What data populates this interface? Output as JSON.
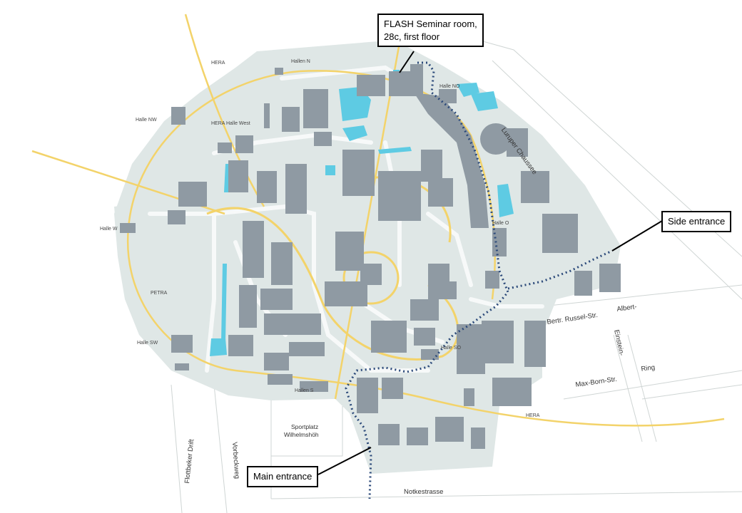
{
  "callouts": {
    "seminar": "FLASH Seminar room,",
    "seminar2": "28c,  first floor",
    "side": "Side entrance",
    "main": "Main entrance"
  },
  "halls": {
    "hera_top": "HERA",
    "hallen_n": "Hallen N",
    "halle_no": "Halle NO",
    "halle_nw": "Halle NW",
    "hera_west": "HERA Halle West",
    "halle_w": "Halle W",
    "halle_o": "Halle O",
    "petra": "PETRA",
    "halle_sw": "Halle SW",
    "halle_so": "Halle SO",
    "hallen_s": "Hallen S",
    "hera_bottom": "HERA"
  },
  "streets": {
    "luruper": "Luruper Chaussee",
    "bertr": "Bertr. Russel-Str.",
    "albert": "Albert-",
    "einstein1": "Einstein-",
    "ring": "Ring",
    "maxborn": "Max-Born-Str.",
    "flottbeker": "Flottbeker Drift",
    "vorbeck": "Vorbeckweg",
    "notke": "Notkestrasse"
  },
  "places": {
    "sportplatz": "Sportplatz",
    "wilhelm": "Wilhelmshöh"
  },
  "colors": {
    "campus": "#dfe7e6",
    "building": "#8f9aa3",
    "ring": "#f3d36a",
    "water": "#5ecbe3",
    "path": "#2c4a7a"
  }
}
